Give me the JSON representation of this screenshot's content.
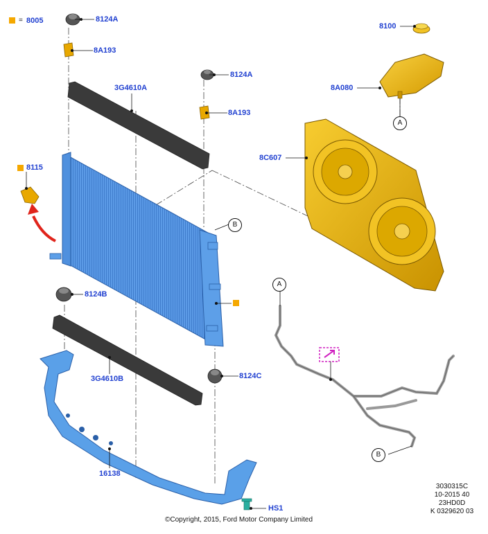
{
  "legend": {
    "equals": "=",
    "code": "8005"
  },
  "labels": {
    "p8124A_top": "8124A",
    "p8A193_top": "8A193",
    "p3G4610A": "3G4610A",
    "p8124A_mid": "8124A",
    "p8A193_mid": "8A193",
    "p8100": "8100",
    "p8A080": "8A080",
    "p8C607": "8C607",
    "p8115": "8115",
    "p8124B": "8124B",
    "p3G4610B": "3G4610B",
    "p8124C": "8124C",
    "p16138": "16138",
    "pHS1": "HS1"
  },
  "callouts": {
    "a_top": "A",
    "a_hose": "A",
    "b_radiator": "B",
    "b_hose": "B"
  },
  "copyright": "©Copyright, 2015, Ford Motor Company Limited",
  "meta": {
    "line1": "3030315C",
    "line2": "10-2015 40",
    "line3": "23HD0D",
    "line4": "K 0329620 03"
  },
  "colors": {
    "label": "#1f3fd0",
    "square": "#f5a800",
    "radiator": "#4a8fe0",
    "fan": "#e8b400",
    "bracket": "#5aa0e8",
    "arrow": "#e0241b",
    "hose_icon": "#d020c0"
  }
}
